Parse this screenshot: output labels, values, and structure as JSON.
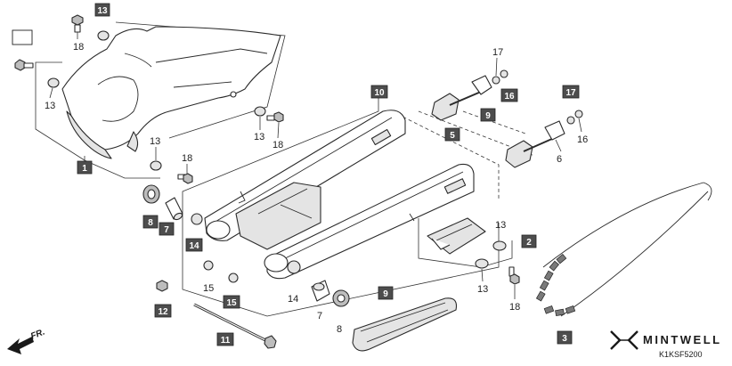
{
  "callouts": {
    "c1": "1",
    "c2": "2",
    "c3": "3",
    "c5": "5",
    "c6": "6",
    "c7": "7",
    "c8": "8",
    "c9": "9",
    "c10": "10",
    "c11": "11",
    "c12": "12",
    "c13": "13",
    "c14": "14",
    "c15": "15",
    "c16": "16",
    "c17a": "17",
    "c17b": "17",
    "c8b": "8",
    "c14b": "14",
    "c15b": "15",
    "c16b": "16",
    "c13t": "13",
    "c18t": "18",
    "c7b": "7"
  },
  "labels": {
    "l18a": "18",
    "l13a": "13",
    "l13b": "13",
    "l18b": "18",
    "l13c": "13",
    "l18c": "18",
    "l17a": "17",
    "l16a": "16",
    "l6": "6",
    "l13d": "13",
    "l13e": "13",
    "l18d": "18",
    "l15": "15",
    "l14": "14",
    "l7": "7",
    "l8": "8"
  },
  "legend_box_label": "",
  "brand": {
    "name": "MINTWELL",
    "code": "K1KSF5200"
  },
  "front_arrow": "FR.",
  "colors": {
    "callout_fill": "#4d4d4d",
    "callout_text": "#ffffff",
    "line": "#2b2b2b"
  }
}
